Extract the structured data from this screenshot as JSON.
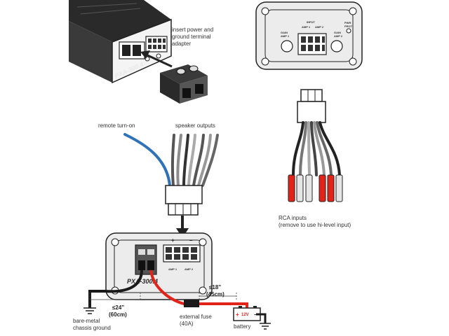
{
  "labels": {
    "insert_adapter": [
      "insert power and",
      "ground terminal",
      "adapter"
    ],
    "remote_turn_on": "remote turn-on",
    "speaker_outputs": "speaker outputs",
    "rca_inputs": [
      "RCA inputs",
      "(remove to use hi-level input)"
    ],
    "ground_length": [
      "≤24”",
      "(60cm)"
    ],
    "ground_label": [
      "bare-metal",
      "chassis ground"
    ],
    "fuse_distance": [
      "≤18”",
      "(45cm)"
    ],
    "fuse_label": [
      "external fuse",
      "(40A)"
    ],
    "battery_label": "battery",
    "battery_voltage": "12V",
    "battery_plus": "+",
    "battery_minus": "–"
  },
  "amp_labels": {
    "input": "INPUT",
    "gain_amp_left": [
      "GAIN",
      "AMP 1"
    ],
    "gain_amp_right": [
      "GAIN",
      "AMP 2"
    ],
    "pwr_prot": [
      "PWR",
      "PROT"
    ],
    "amp1": "AMP 1",
    "amp2": "AMP 2",
    "plus": "+",
    "minus": "–",
    "brand_top": "PXA-300.4",
    "brand_bottom": "PXA-300.4"
  },
  "colors": {
    "red_wire": "#e2231a",
    "blue_wire": "#2f72b6",
    "black": "#1a1a1a",
    "gray_wire": "#8c8c8c",
    "body_fill": "#ececec",
    "outline": "#222222"
  }
}
